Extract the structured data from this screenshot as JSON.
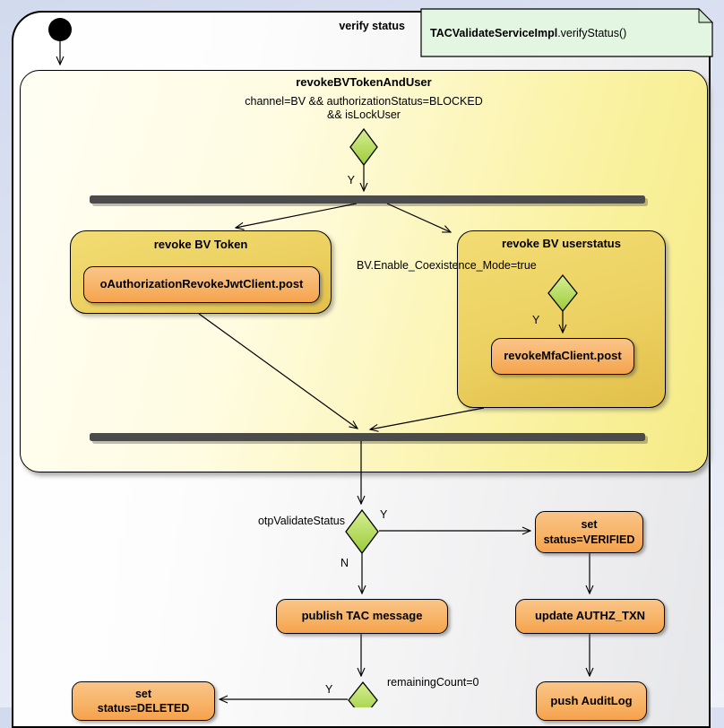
{
  "frame": {
    "label": "verify status"
  },
  "note": {
    "class_name": "TACValidateServiceImpl",
    "method": ".verifyStatus()"
  },
  "group": {
    "title": "revokeBVTokenAndUser",
    "condition": [
      "channel=BV && authorizationStatus=BLOCKED",
      "&& isLockUser"
    ],
    "guard_yes": "Y",
    "token_branch": {
      "title": "revoke BV Token",
      "action": "oAuthorizationRevokeJwtClient.post"
    },
    "userstatus_branch": {
      "title": "revoke BV userstatus",
      "condition": "BV.Enable_Coexistence_Mode=true",
      "guard_yes": "Y",
      "action": "revokeMfaClient.post"
    }
  },
  "otp_decision": {
    "label": "otpValidateStatus",
    "yes": "Y",
    "no": "N"
  },
  "actions": {
    "set_verified": [
      "set",
      "status=VERIFIED"
    ],
    "publish_tac": "publish TAC message",
    "update_authz": "update AUTHZ_TXN",
    "push_auditlog": "push AuditLog",
    "set_deleted": [
      "set",
      "status=DELETED"
    ]
  },
  "remaining_decision": {
    "label": "remainingCount=0",
    "yes": "Y"
  },
  "colors": {
    "note_bg": "#e2f6e2",
    "group_bg_start": "#fffef4",
    "group_bg_end": "#f6ea86",
    "branch_bg_start": "#f2dc73",
    "branch_bg_end": "#e2bf4a",
    "action_bg_start": "#fac488",
    "action_bg_end": "#f5a24c",
    "decision_fill_start": "#d6ef92",
    "decision_fill_end": "#9ccb3b",
    "fork_join_bar": "#4b4b4b",
    "frame_border": "#000000",
    "window_border": "#d2daee"
  }
}
